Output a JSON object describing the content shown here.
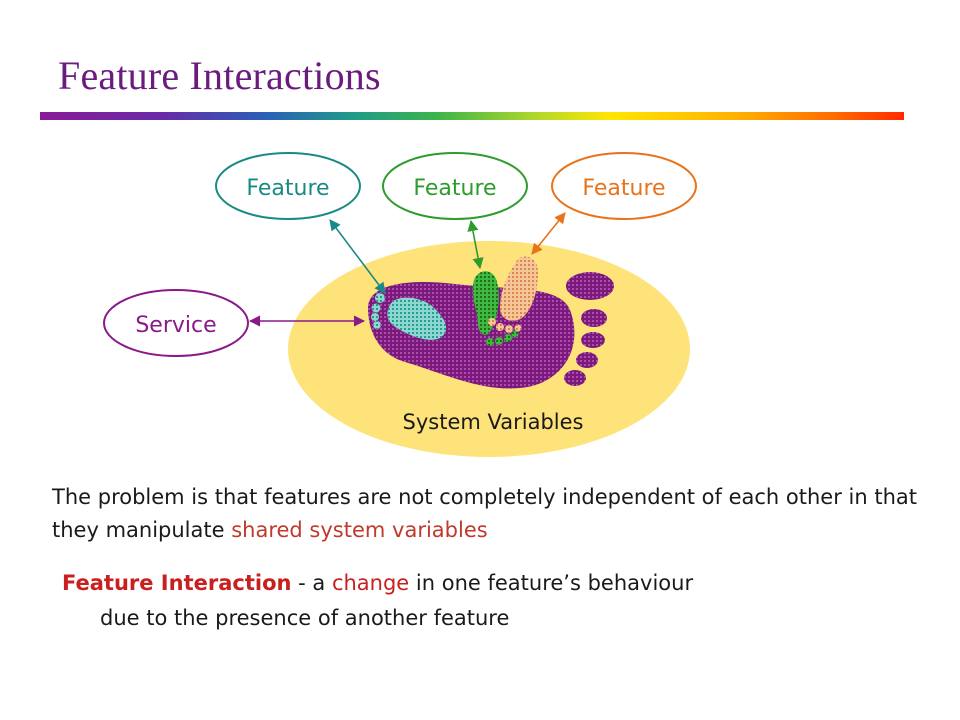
{
  "title": "Feature Interactions",
  "diagram": {
    "features": [
      "Feature",
      "Feature",
      "Feature"
    ],
    "service": "Service",
    "system_variables": "System Variables"
  },
  "paragraph": {
    "text_before": "The problem is that features are not completely independent of each other in that they manipulate ",
    "highlight": "shared system variables"
  },
  "definition": {
    "term": "Feature Interaction",
    "dash": " - a ",
    "change_word": "change",
    "line1_rest": " in one feature’s behaviour",
    "line2": "due to the presence of another feature"
  },
  "colors": {
    "title": "#6a1b7d",
    "feature1": "#1b8a84",
    "feature2": "#2e9b2e",
    "feature3": "#e8731c",
    "service": "#8a1a8a",
    "footprint": "#7a1a7a",
    "system_ellipse": "#fde37a",
    "highlight": "#c0392b"
  }
}
